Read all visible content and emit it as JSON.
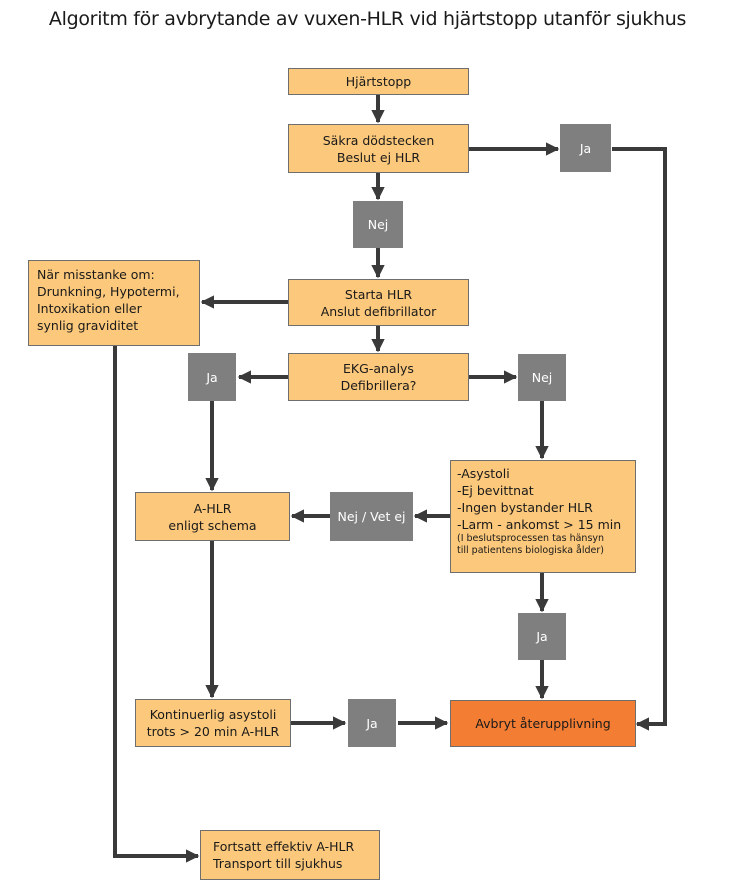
{
  "title": "Algoritm för avbrytande av vuxen-HLR vid hjärtstopp utanför sjukhus",
  "nodes": {
    "hjartstopp": [
      "Hjärtstopp"
    ],
    "sakra": [
      "Säkra dödstecken",
      "Beslut ej HLR"
    ],
    "starta": [
      "Starta HLR",
      "Anslut defibrillator"
    ],
    "misstanke": [
      "När misstanke om:",
      "Drunkning, Hypotermi,",
      "Intoxikation eller",
      "synlig graviditet"
    ],
    "ekg": [
      "EKG-analys",
      "Defibrillera?"
    ],
    "asystoli": [
      "-Asystoli",
      "-Ej bevittnat",
      "-Ingen bystander HLR",
      "-Larm - ankomst > 15 min"
    ],
    "asystoli_note": [
      "(I beslutsprocessen tas hänsyn",
      "till patientens biologiska ålder)"
    ],
    "ahlr": [
      "A-HLR",
      "enligt schema"
    ],
    "kontinuerlig": [
      "Kontinuerlig asystoli",
      "trots > 20 min A-HLR"
    ],
    "avbryt": [
      "Avbryt återupplivning"
    ],
    "fortsatt": [
      "Fortsatt effektiv A-HLR",
      "Transport till sjukhus"
    ]
  },
  "decisions": {
    "ja_top": "Ja",
    "nej_top": "Nej",
    "ja_left": "Ja",
    "nej_right": "Nej",
    "nej_vet_ej": "Nej / Vet ej",
    "ja_lower_right": "Ja",
    "ja_bottom": "Ja"
  },
  "colors": {
    "box_fill": "#fcc87b",
    "decision_fill": "#7f7f7f",
    "final_fill": "#f37d32",
    "arrow": "#3a3a3a"
  }
}
